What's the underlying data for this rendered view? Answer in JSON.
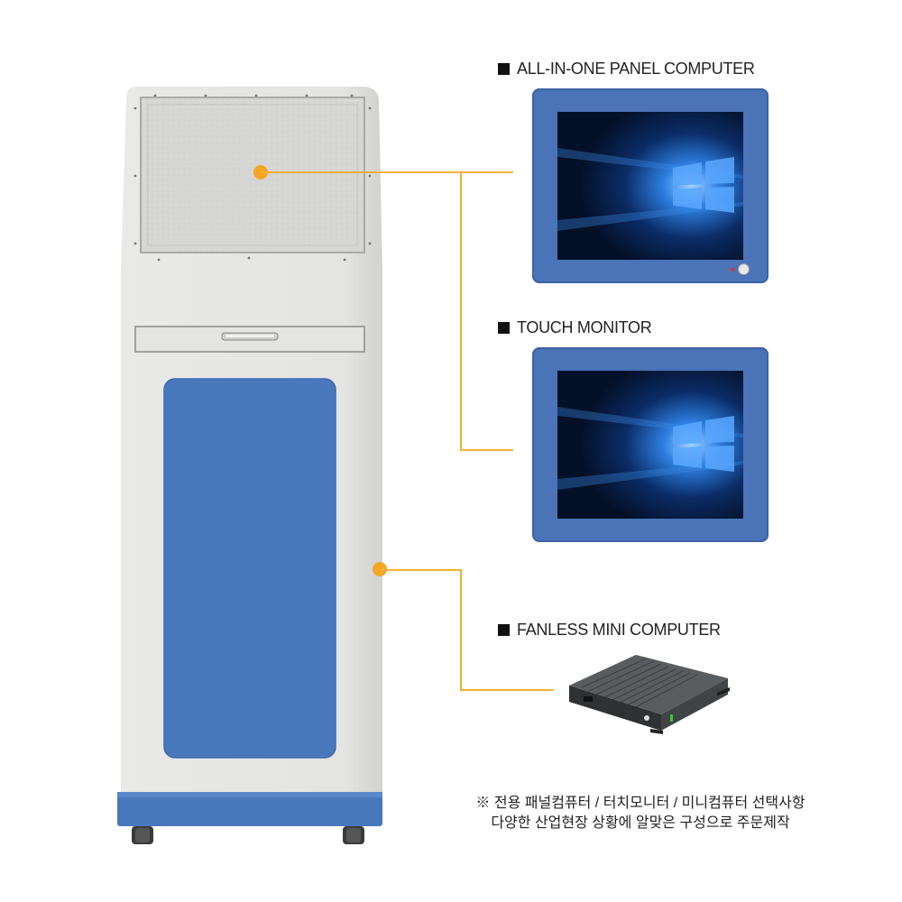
{
  "labels": {
    "panel_computer": "ALL-IN-ONE PANEL COMPUTER",
    "touch_monitor": "TOUCH MONITOR",
    "mini_computer": "FANLESS MINI COMPUTER"
  },
  "note": {
    "line1": "※ 전용 패널컴퓨터 / 터치모니터 / 미니컴퓨터 선택사항",
    "line2": "다양한 산업현장 상황에 알맞은 구성으로 주문제작"
  },
  "colors": {
    "accent_orange": "#f5a623",
    "kiosk_blue": "#4a78bd",
    "kiosk_gray": "#e6e6e4"
  }
}
